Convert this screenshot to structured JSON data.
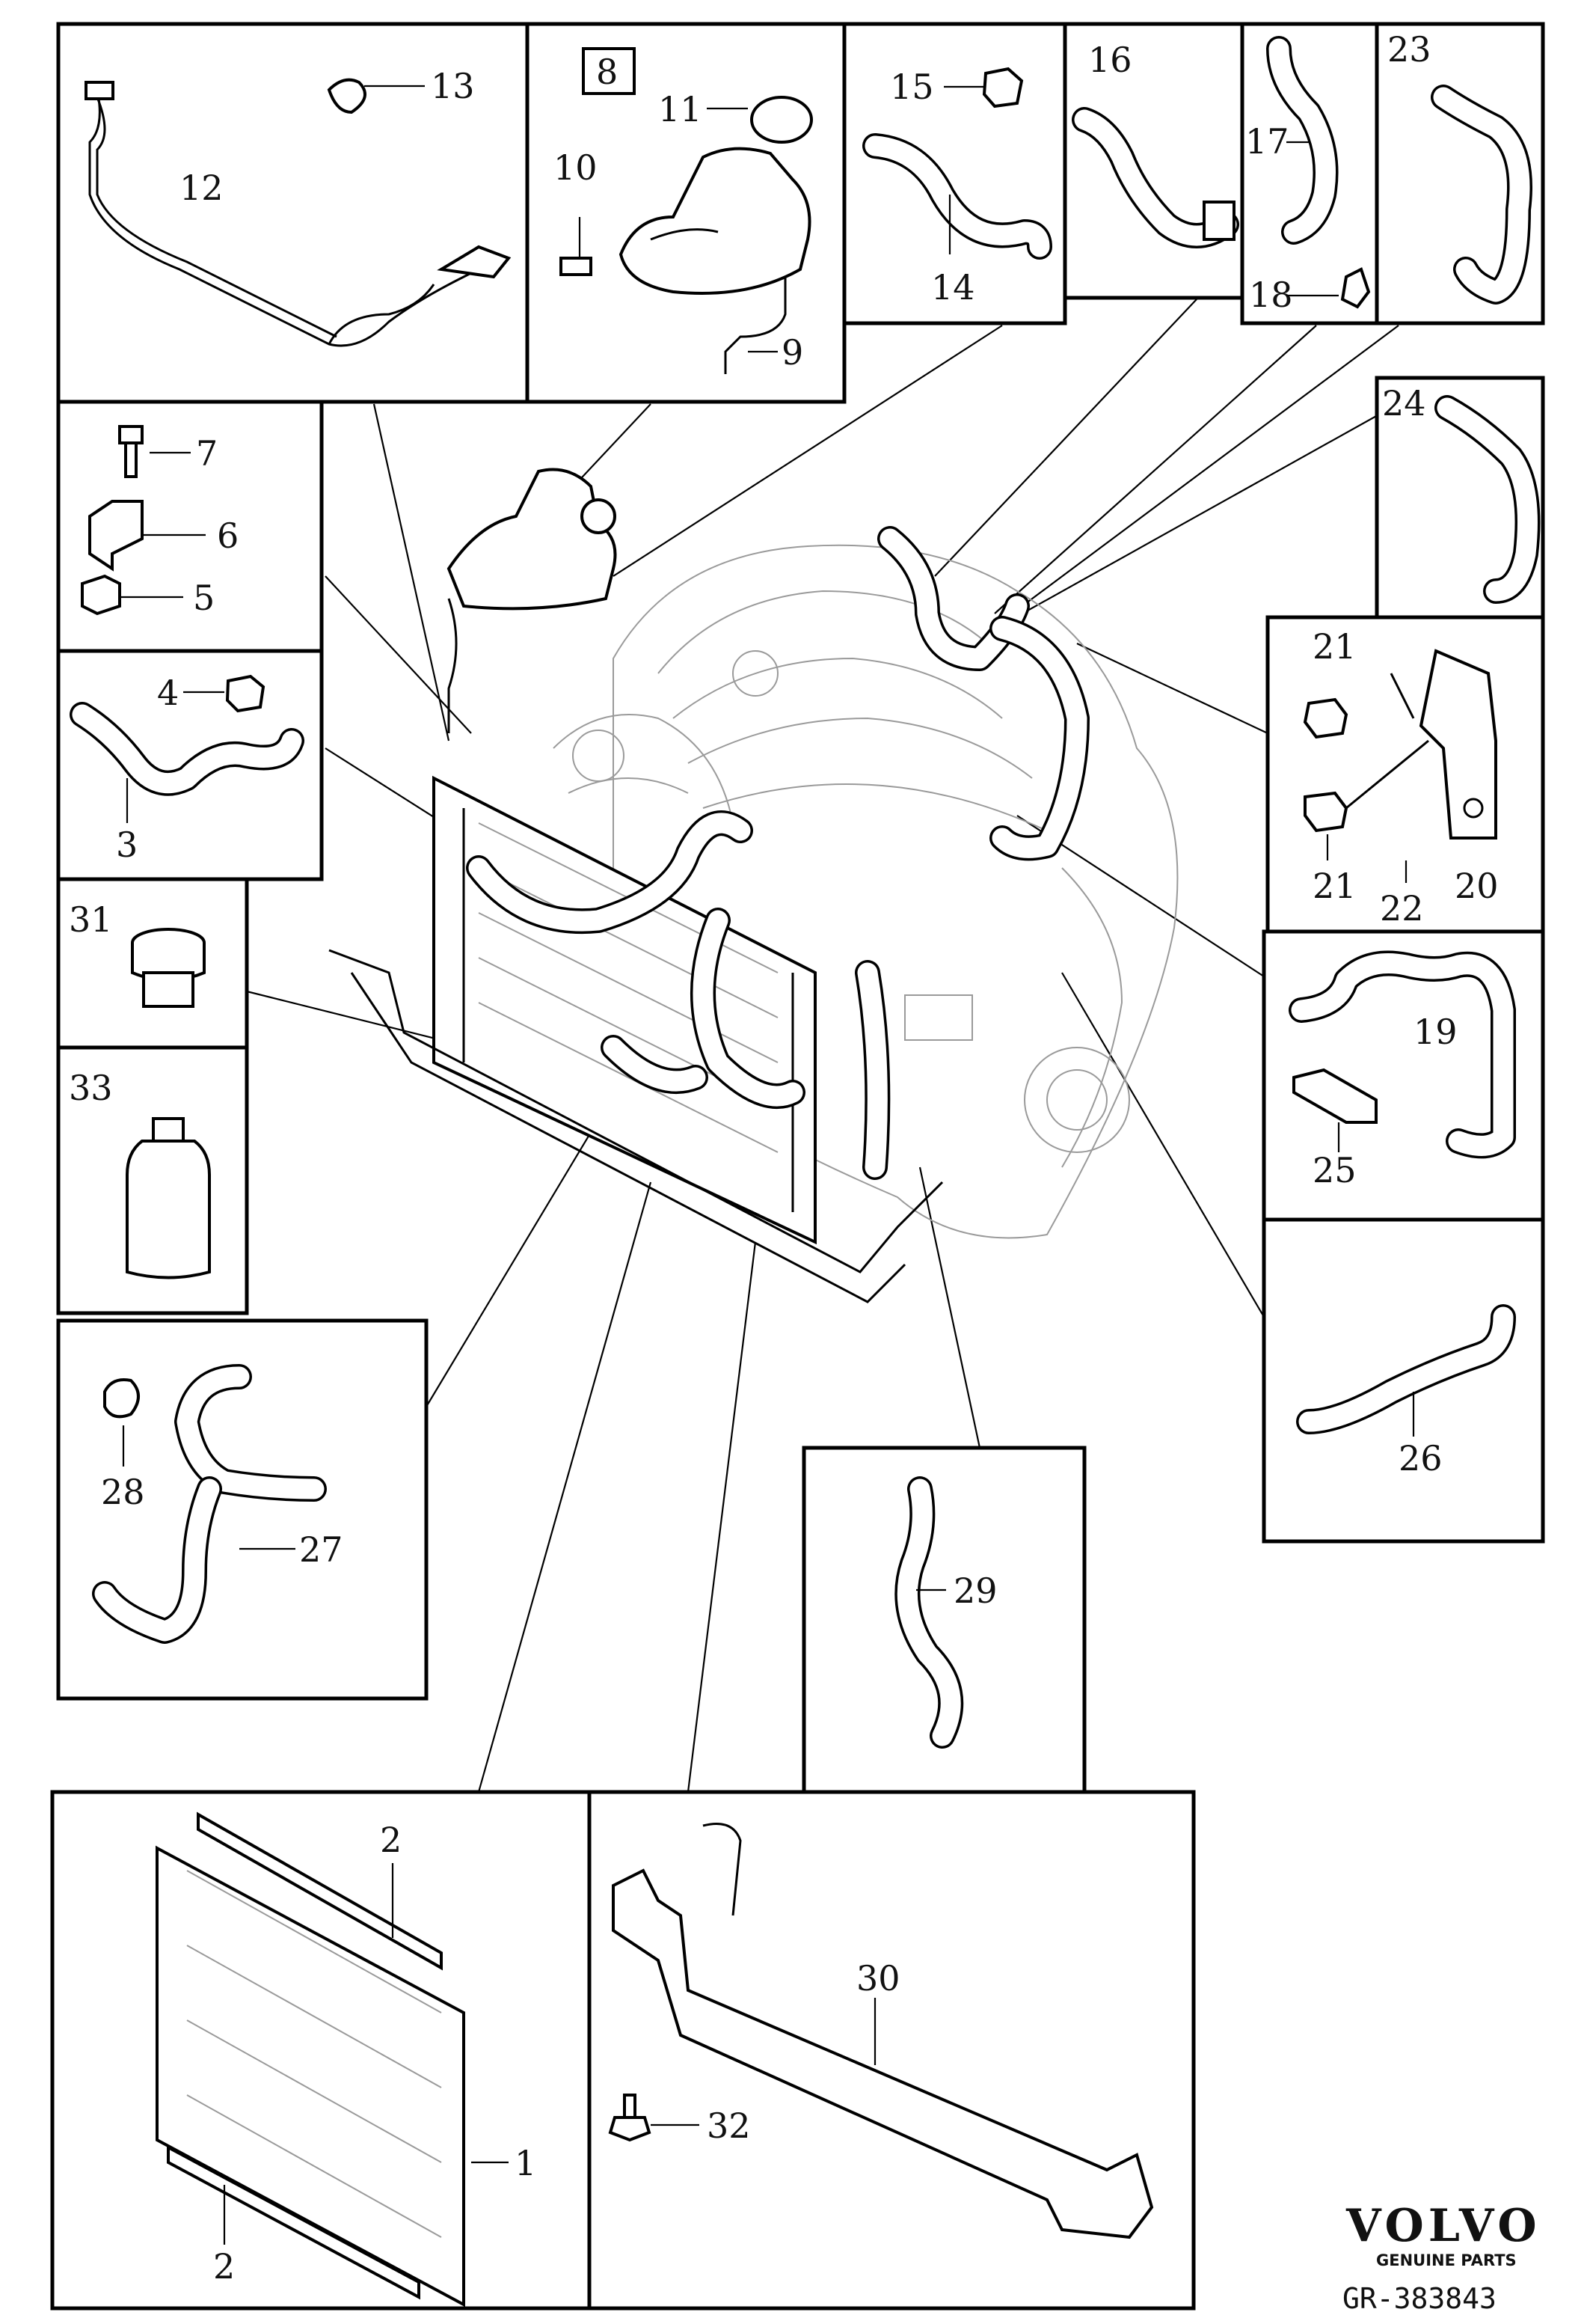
{
  "diagram": {
    "panels": [
      {
        "id": "fuel-line",
        "labels": [
          "12",
          "13"
        ]
      },
      {
        "id": "expansion-tank",
        "labels": [
          "8",
          "11",
          "10",
          "9"
        ]
      },
      {
        "id": "hose-14",
        "labels": [
          "15",
          "14"
        ]
      },
      {
        "id": "hose-16",
        "labels": [
          "16"
        ]
      },
      {
        "id": "hose-17",
        "labels": [
          "17",
          "18"
        ]
      },
      {
        "id": "hose-23",
        "labels": [
          "23"
        ]
      },
      {
        "id": "bracket",
        "labels": [
          "7",
          "6",
          "5"
        ]
      },
      {
        "id": "hose-3",
        "labels": [
          "4",
          "3"
        ]
      },
      {
        "id": "hose-24",
        "labels": [
          "24"
        ]
      },
      {
        "id": "clamp-bracket",
        "labels": [
          "21",
          "21",
          "22",
          "20"
        ]
      },
      {
        "id": "cap",
        "labels": [
          "31"
        ]
      },
      {
        "id": "coolant-bottle",
        "labels": [
          "33"
        ]
      },
      {
        "id": "hose-19",
        "labels": [
          "19",
          "25"
        ]
      },
      {
        "id": "hose-27",
        "labels": [
          "28",
          "27"
        ]
      },
      {
        "id": "hose-26",
        "labels": [
          "26"
        ]
      },
      {
        "id": "hose-29",
        "labels": [
          "29"
        ]
      },
      {
        "id": "radiator",
        "labels": [
          "2",
          "1",
          "2"
        ]
      },
      {
        "id": "crossmember",
        "labels": [
          "30",
          "32"
        ]
      }
    ]
  },
  "branding": {
    "logo_text": "VOLVO",
    "logo_subtext": "GENUINE PARTS",
    "reference": "GR-383843"
  }
}
